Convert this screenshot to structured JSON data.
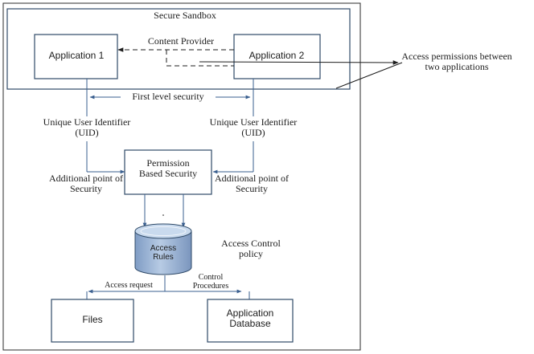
{
  "diagram": {
    "sandbox_title": "Secure Sandbox",
    "content_provider": "Content Provider",
    "app1": "Application 1",
    "app2": "Application 2",
    "access_note_line1": "Access permissions between",
    "access_note_line2": "two applications",
    "first_level": "First level security",
    "uid_left_line1": "Unique User Identifier",
    "uid_left_line2": "(UID)",
    "uid_right_line1": "Unique User Identifier",
    "uid_right_line2": "(UID)",
    "permission_line1": "Permission",
    "permission_line2": "Based Security",
    "add_left_line1": "Additional point of",
    "add_left_line2": "Security",
    "add_right_line1": "Additional point of",
    "add_right_line2": "Security",
    "access_rules_line1": "Access",
    "access_rules_line2": "Rules",
    "policy_line1": "Access Control",
    "policy_line2": "policy",
    "access_request": "Access request",
    "control_line1": "Control",
    "control_line2": "Procedures",
    "files": "Files",
    "appdb_line1": "Application",
    "appdb_line2": "Database",
    "colors": {
      "box_stroke": "#2f4a68",
      "line": "#3a5f8f",
      "cylinder_top": "#b8cfe8",
      "cylinder_body": "#9fb8d8"
    }
  }
}
